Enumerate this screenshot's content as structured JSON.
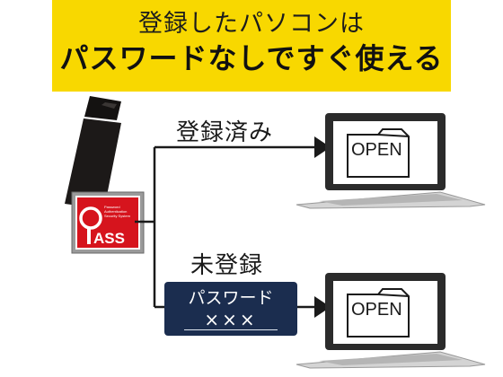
{
  "banner": {
    "line1": "登録したパソコンは",
    "line2": "パスワードなしですぐ使える"
  },
  "registered_label": "登録済み",
  "unregistered_label": "未登録",
  "password_box": {
    "title": "パスワード",
    "mask": "×××"
  },
  "laptop_top": {
    "folder_label": "OPEN"
  },
  "laptop_bottom": {
    "folder_label": "OPEN"
  },
  "logo": {
    "letters": "PASS",
    "small_text": [
      "Password",
      "Authentication",
      "Security System"
    ]
  },
  "colors": {
    "banner": "#f8d800",
    "password_box": "#1b2d4f",
    "logo_red": "#d6141d"
  }
}
